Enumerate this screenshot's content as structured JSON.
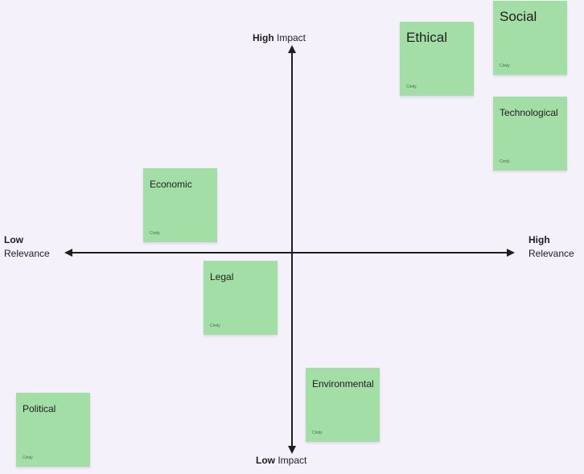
{
  "axes": {
    "top_bold": "High",
    "top_text": " Impact",
    "bottom_bold": "Low",
    "bottom_text": " Impact",
    "left_bold": "Low",
    "left_text": "Relevance",
    "right_bold": "High",
    "right_text": "Relevance",
    "color": "#1e1e1e"
  },
  "notes": [
    {
      "id": "ethical",
      "text": "Ethical",
      "author": "Cindy"
    },
    {
      "id": "social",
      "text": "Social",
      "author": "Cindy"
    },
    {
      "id": "technological",
      "text": "Technological",
      "author": "Cindy"
    },
    {
      "id": "economic",
      "text": "Economic",
      "author": "Cindy"
    },
    {
      "id": "legal",
      "text": "Legal",
      "author": "Cindy"
    },
    {
      "id": "environmental",
      "text": "Environmental",
      "author": "Cindy"
    },
    {
      "id": "political",
      "text": "Political",
      "author": "Cindy"
    }
  ],
  "colors": {
    "background": "#f4f1fb",
    "sticky": "#a3dea6"
  }
}
